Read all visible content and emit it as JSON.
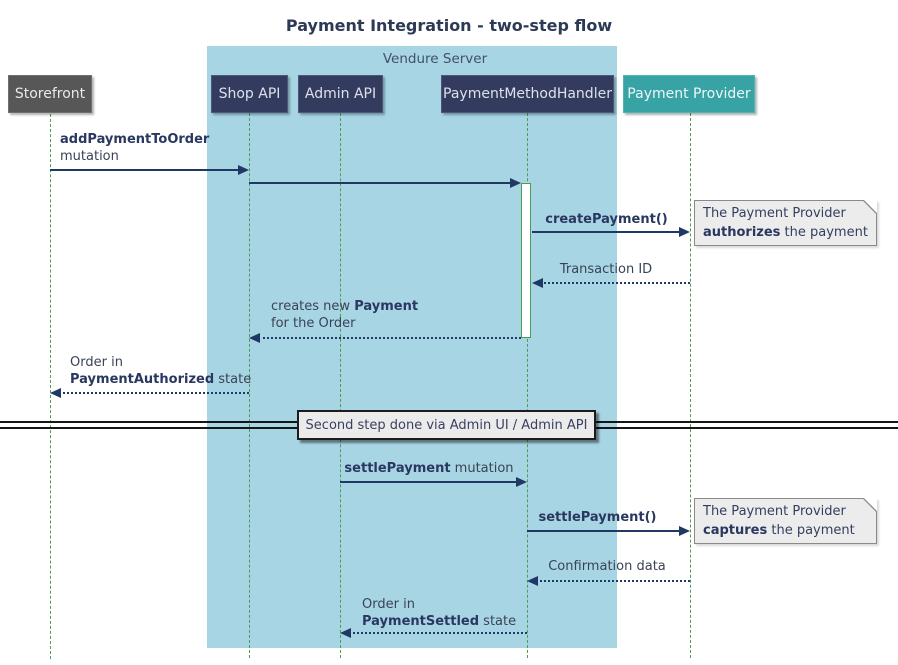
{
  "title": "Payment Integration - two-step flow",
  "frame": {
    "label": "Vendure Server"
  },
  "participants": [
    {
      "name": "Storefront"
    },
    {
      "name": "Shop API"
    },
    {
      "name": "Admin API"
    },
    {
      "name": "PaymentMethodHandler"
    },
    {
      "name": "Payment Provider"
    }
  ],
  "messages": [
    {
      "from": "Storefront",
      "to": "Shop API",
      "style": "solid",
      "l1_bold": "addPaymentToOrder",
      "l2_pre": "mutation"
    },
    {
      "from": "Shop API",
      "to": "PaymentMethodHandler",
      "style": "solid"
    },
    {
      "from": "PaymentMethodHandler",
      "to": "Payment Provider",
      "style": "solid",
      "l1_bold": "createPayment()"
    },
    {
      "from": "Payment Provider",
      "to": "PaymentMethodHandler",
      "style": "dotted",
      "l1_pre": "Transaction ID"
    },
    {
      "from": "PaymentMethodHandler",
      "to": "Shop API",
      "style": "dotted",
      "l1_pre": "creates new ",
      "l1_bold": "Payment",
      "l2_pre": "for the Order"
    },
    {
      "from": "Shop API",
      "to": "Storefront",
      "style": "dotted",
      "l1_pre": "Order in",
      "l2_bold": "PaymentAuthorized",
      "l2_post": " state"
    },
    {
      "from": "Admin API",
      "to": "PaymentMethodHandler",
      "style": "solid",
      "l1_bold": "settlePayment",
      "l1_post": " mutation"
    },
    {
      "from": "PaymentMethodHandler",
      "to": "Payment Provider",
      "style": "solid",
      "l1_bold": "settlePayment()"
    },
    {
      "from": "Payment Provider",
      "to": "PaymentMethodHandler",
      "style": "dotted",
      "l1_pre": "Confirmation data"
    },
    {
      "from": "PaymentMethodHandler",
      "to": "Admin API",
      "style": "dotted",
      "l1_pre": "Order in",
      "l2_bold": "PaymentSettled",
      "l2_post": " state"
    }
  ],
  "notes": [
    {
      "l1": "The Payment Provider",
      "bold": "authorizes",
      "post": " the payment"
    },
    {
      "l1": "The Payment Provider",
      "bold": "captures",
      "post": " the payment"
    }
  ],
  "divider": {
    "label": "Second step done via Admin UI / Admin API"
  },
  "colors": {
    "frame_bg": "#a7d5e4",
    "participant_navy": "#333c5e",
    "participant_gray": "#575757",
    "participant_teal": "#38a3a5",
    "lifeline_green": "#4a9e52",
    "arrow_navy": "#1f3864",
    "note_bg": "#ececec",
    "divider_box_bg": "#ebebeb"
  }
}
